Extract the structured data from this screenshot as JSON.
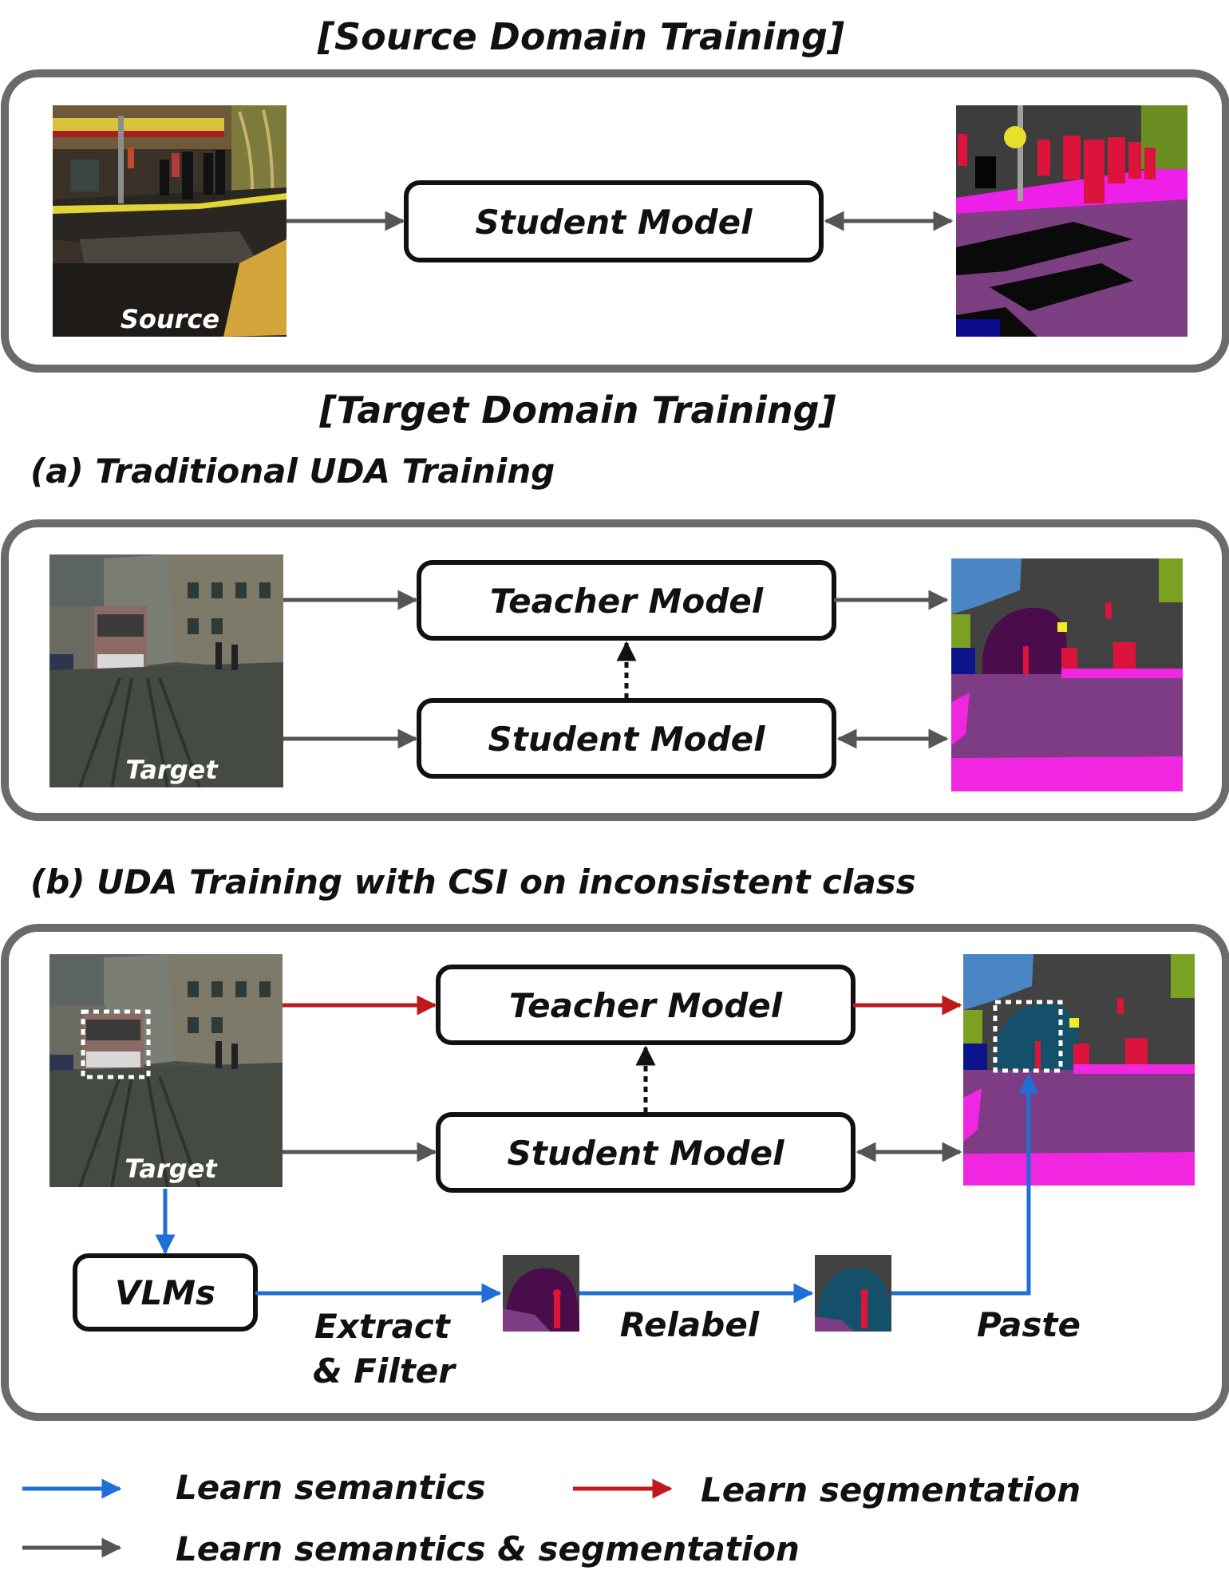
{
  "titles": {
    "source": "[Source Domain Training]",
    "target": "[Target Domain Training]",
    "panel_a": "(a) Traditional UDA Training",
    "panel_b": "(b) UDA Training with CSI on inconsistent class"
  },
  "source_panel": {
    "image_label": "Source",
    "student": "Student Model"
  },
  "panel_a": {
    "image_label": "Target",
    "teacher": "Teacher Model",
    "student": "Student Model"
  },
  "panel_b": {
    "image_label": "Target",
    "teacher": "Teacher Model",
    "student": "Student Model",
    "vlm": "VLMs",
    "extract_line1": "Extract",
    "extract_line2": "& Filter",
    "relabel": "Relabel",
    "paste": "Paste"
  },
  "legend": {
    "blue": "Learn semantics",
    "red": "Learn segmentation",
    "gray": "Learn semantics & segmentation"
  },
  "colors": {
    "blue": "#1e6fd6",
    "red": "#c0191c",
    "gray": "#555555",
    "panel_border": "#6b6b6b"
  }
}
